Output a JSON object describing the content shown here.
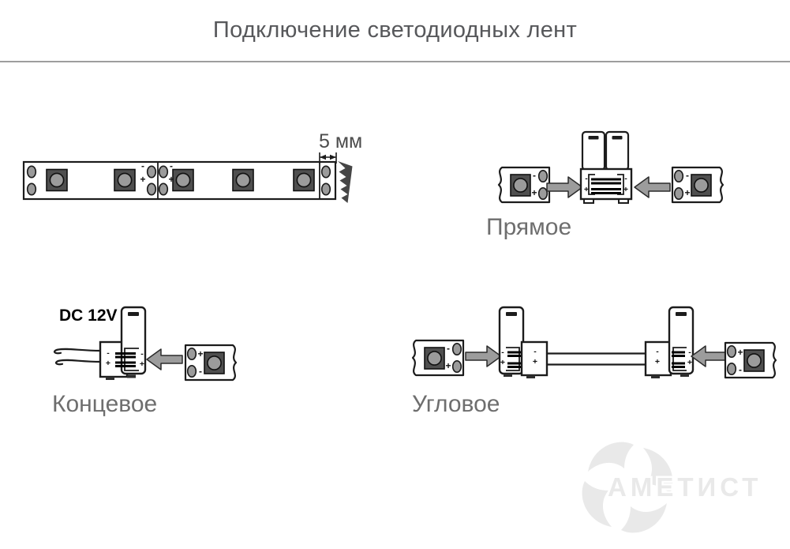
{
  "title": "Подключение светодиодных лент",
  "sections": {
    "strip": {
      "dimension_label": "5 мм"
    },
    "straight": {
      "label": "Прямое"
    },
    "end": {
      "label": "Концевое",
      "power_label": "DC 12V"
    },
    "corner": {
      "label": "Угловое"
    }
  },
  "polarity": {
    "plus": "+",
    "minus": "-"
  },
  "watermark": {
    "brand": "АМЕТИСТ"
  },
  "colors": {
    "title_text": "#57585b",
    "label_text": "#6e6e6e",
    "outline": "#1c1c1c",
    "pad_gray": "#9b9b9b",
    "led_body": "#4f4f4f",
    "arrow_gray": "#9c9c9c",
    "watermark_gray": "#e9e9e9",
    "divider_gray": "#9e9e9e"
  }
}
